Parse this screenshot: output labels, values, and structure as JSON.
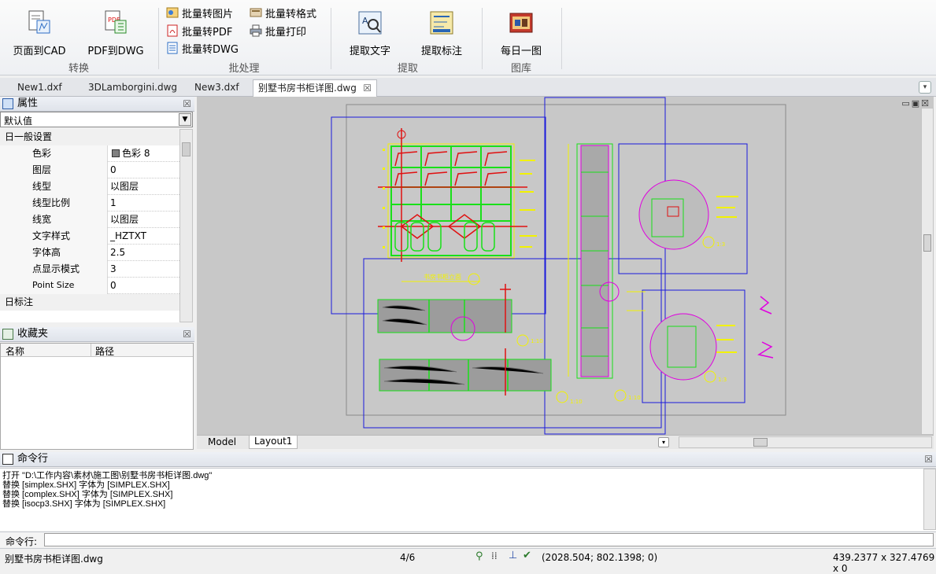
{
  "ribbon": {
    "convert": {
      "page_to_cad": "页面到CAD",
      "pdf_to_dwg": "PDF到DWG",
      "group": "转换"
    },
    "batch": {
      "to_image": "批量转图片",
      "to_format": "批量转格式",
      "to_pdf": "批量转PDF",
      "print": "批量打印",
      "to_dwg": "批量转DWG",
      "group": "批处理"
    },
    "extract": {
      "text": "提取文字",
      "annotation": "提取标注",
      "group": "提取"
    },
    "gallery": {
      "daily": "每日一图",
      "group": "图库"
    }
  },
  "doc_tabs": [
    {
      "label": "New1.dxf"
    },
    {
      "label": "3DLamborgini.dwg"
    },
    {
      "label": "New3.dxf"
    },
    {
      "label": "别墅书房书柜详图.dwg"
    }
  ],
  "properties": {
    "title": "属性",
    "close": "☒",
    "dropdown_value": "默认值",
    "sections": {
      "general": "日一般设置",
      "annotation": "日标注"
    },
    "rows": [
      {
        "key": "色彩",
        "value": "色彩 8"
      },
      {
        "key": "图层",
        "value": "0"
      },
      {
        "key": "线型",
        "value": "以图层"
      },
      {
        "key": "线型比例",
        "value": "1"
      },
      {
        "key": "线宽",
        "value": "以图层"
      },
      {
        "key": "文字样式",
        "value": "_HZTXT"
      },
      {
        "key": "字体高",
        "value": "2.5"
      },
      {
        "key": "点显示模式",
        "value": "3"
      },
      {
        "key": "Point Size",
        "value": "0"
      }
    ]
  },
  "favorites": {
    "title": "收藏夹",
    "close": "☒",
    "col_name": "名称",
    "col_path": "路径"
  },
  "layout_tabs": {
    "model": "Model",
    "layout1": "Layout1"
  },
  "command": {
    "title": "命令行",
    "close": "☒",
    "lines": [
      "打开 \"D:\\工作内容\\素材\\施工图\\别墅书房书柜详图.dwg\"",
      "替换 [simplex.SHX] 字体为 [SIMPLEX.SHX]",
      "替换 [complex.SHX] 字体为 [SIMPLEX.SHX]",
      "替换 [isocp3.SHX] 字体为 [SIMPLEX.SHX]"
    ],
    "prompt": "命令行:"
  },
  "status": {
    "filename": "别墅书房书柜详图.dwg",
    "pages": "4/6",
    "coords": "(2028.504; 802.1398; 0)",
    "size": "439.2377 x 327.4769 x 0"
  },
  "drawing": {
    "title_label": "书房书柜立面",
    "scale1": "1:10",
    "scale2": "1:3"
  },
  "colors": {
    "canvas_bg": "#c8c8c8",
    "blue_frame": "#1a1adc",
    "magenta": "#e000e0",
    "green": "#19e019",
    "yellow": "#f2f200",
    "red": "#e01010"
  }
}
